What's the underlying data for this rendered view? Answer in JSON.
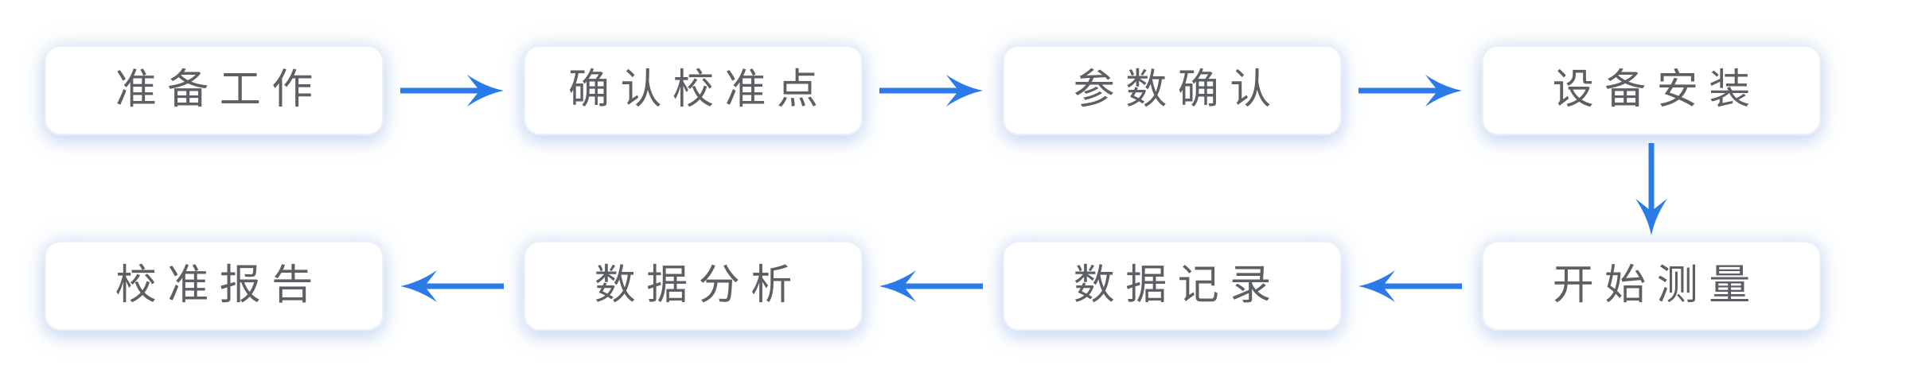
{
  "diagram": {
    "type": "flowchart",
    "accent_color": "#2a7be8",
    "text_color": "#5c6064",
    "node_background": "#ffffff",
    "nodes": [
      {
        "label": "准备工作"
      },
      {
        "label": "确认校准点"
      },
      {
        "label": "参数确认"
      },
      {
        "label": "设备安装"
      },
      {
        "label": "开始测量"
      },
      {
        "label": "数据记录"
      },
      {
        "label": "数据分析"
      },
      {
        "label": "校准报告"
      }
    ],
    "edges": [
      {
        "from": "准备工作",
        "to": "确认校准点",
        "direction": "right"
      },
      {
        "from": "确认校准点",
        "to": "参数确认",
        "direction": "right"
      },
      {
        "from": "参数确认",
        "to": "设备安装",
        "direction": "right"
      },
      {
        "from": "设备安装",
        "to": "开始测量",
        "direction": "down"
      },
      {
        "from": "开始测量",
        "to": "数据记录",
        "direction": "left"
      },
      {
        "from": "数据记录",
        "to": "数据分析",
        "direction": "left"
      },
      {
        "from": "数据分析",
        "to": "校准报告",
        "direction": "left"
      }
    ]
  }
}
